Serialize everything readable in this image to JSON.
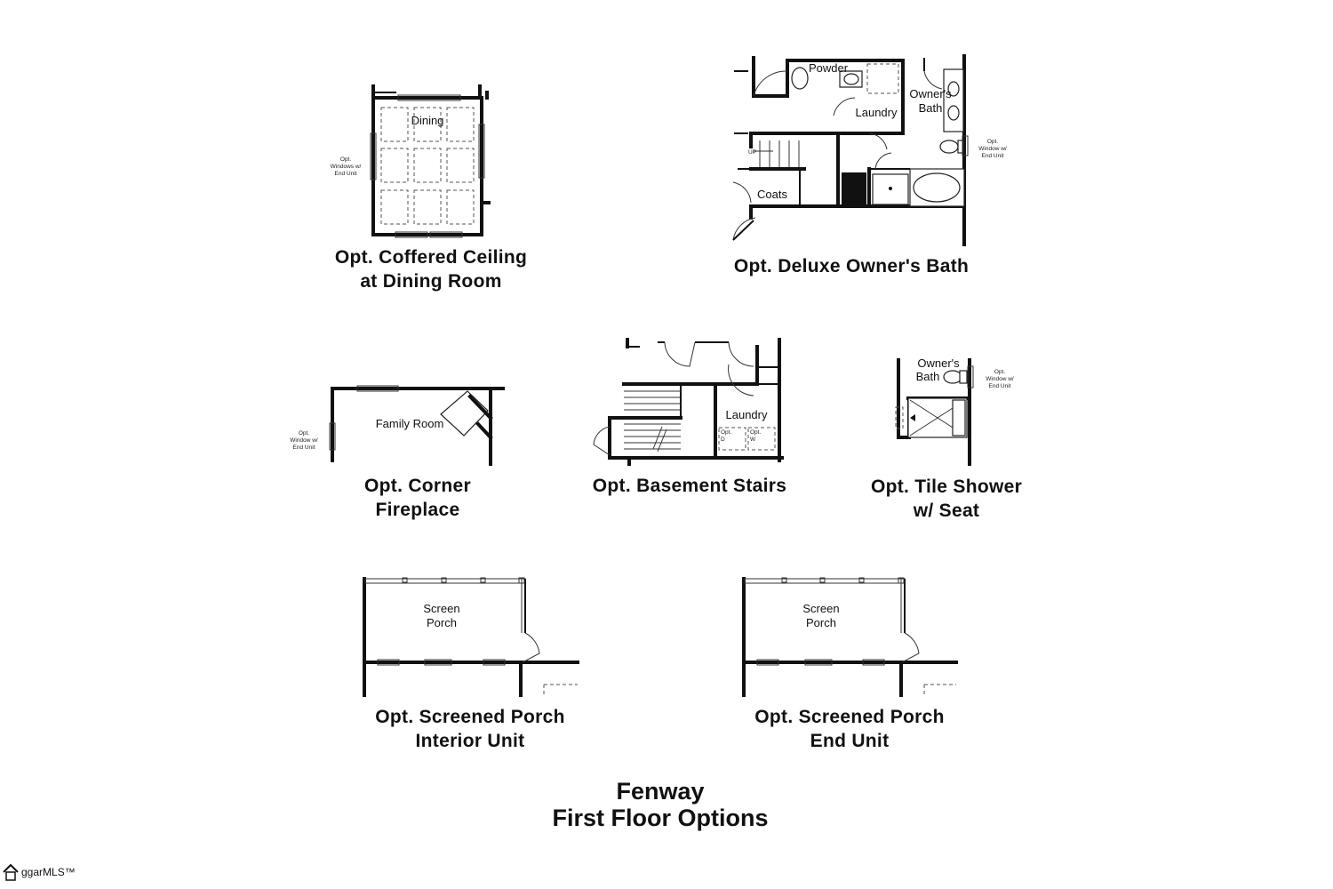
{
  "plan": {
    "title_line1": "Fenway",
    "title_line2": "First Floor Options"
  },
  "options": {
    "coffered": {
      "caption_line1": "Opt. Coffered Ceiling",
      "caption_line2": "at Dining Room",
      "room": "Dining",
      "note_line1": "Opt.",
      "note_line2": "Windows w/",
      "note_line3": "End Unit"
    },
    "bath": {
      "caption": "Opt. Deluxe Owner's Bath",
      "room_powder": "Powder",
      "room_laundry": "Laundry",
      "room_owners": "Owner's",
      "room_bath": "Bath",
      "room_coats": "Coats",
      "stair_up": "UP",
      "note_line1": "Opt.",
      "note_line2": "Window w/",
      "note_line3": "End Unit"
    },
    "fireplace": {
      "caption_line1": "Opt. Corner",
      "caption_line2": "Fireplace",
      "room": "Family Room",
      "note_line1": "Opt.",
      "note_line2": "Window w/",
      "note_line3": "End Unit"
    },
    "basement": {
      "caption": "Opt. Basement Stairs",
      "room": "Laundry",
      "opt_d_1": "Opt.",
      "opt_d_2": "D",
      "opt_w_1": "Opt.",
      "opt_w_2": "W"
    },
    "shower": {
      "caption_line1": "Opt. Tile Shower",
      "caption_line2": "w/ Seat",
      "room_owners": "Owner's",
      "room_bath": "Bath",
      "note_line1": "Opt.",
      "note_line2": "Window w/",
      "note_line3": "End Unit"
    },
    "porch_interior": {
      "caption_line1": "Opt. Screened Porch",
      "caption_line2": "Interior Unit",
      "room_line1": "Screen",
      "room_line2": "Porch"
    },
    "porch_end": {
      "caption_line1": "Opt. Screened Porch",
      "caption_line2": "End Unit",
      "room_line1": "Screen",
      "room_line2": "Porch"
    }
  },
  "watermark": {
    "text": "ggarMLS™"
  }
}
